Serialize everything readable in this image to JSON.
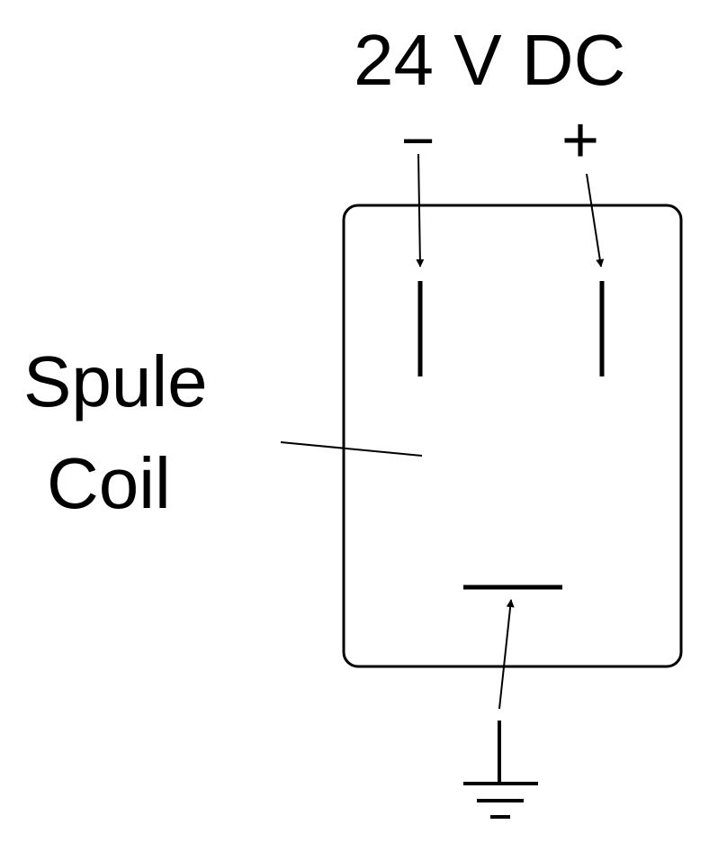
{
  "diagram": {
    "voltage_label": "24 V DC",
    "minus_sign": "−",
    "plus_sign": "+",
    "coil_label_de": "Spule",
    "coil_label_en": "Coil"
  },
  "colors": {
    "ink": "#000000",
    "background": "#ffffff"
  },
  "icons": {
    "ground": "ground-symbol-icon",
    "arrow": "arrowhead-icon"
  }
}
